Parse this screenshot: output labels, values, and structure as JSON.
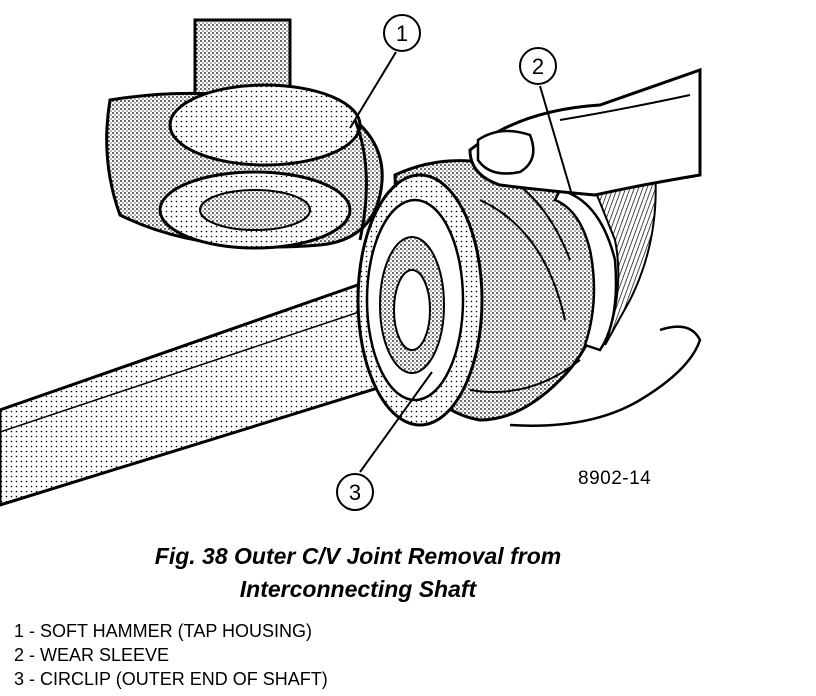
{
  "callouts": [
    "1",
    "2",
    "3"
  ],
  "figure_id": "8902-14",
  "caption": {
    "line1": "Fig. 38 Outer C/V Joint Removal from",
    "line2": "Interconnecting Shaft"
  },
  "legend": [
    "1 - SOFT HAMMER (TAP HOUSING)",
    "2 - WEAR SLEEVE",
    "3 - CIRCLIP (OUTER END OF SHAFT)"
  ]
}
